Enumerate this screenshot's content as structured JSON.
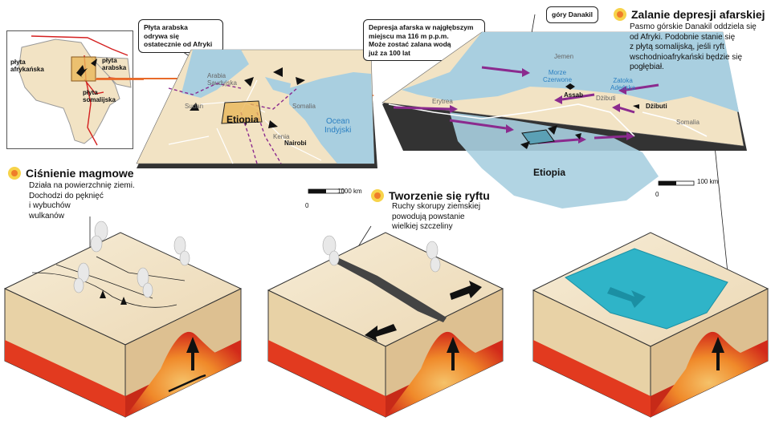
{
  "locator_map": {
    "african_plate": "płyta\nafrykańska",
    "arabian_plate": "płyta\narabska",
    "somali_plate": "płyta\nsomalijska"
  },
  "callouts": {
    "arabian_plate_separation": "Płyta arabska\nodrywa się\nostatecznie od Afryki",
    "afar_depression": "Depresja afarska w najgłębszym\nmiejscu ma 116 m p.p.m.\nMoże zostać zalana wodą\njuż za 100 lat",
    "danakil_mountains": "góry Danakil"
  },
  "regional_map": {
    "arabia": "Arabia\nSaudyjska",
    "sudan": "Sudan",
    "ethiopia": "Etiopia",
    "somalia": "Somalia",
    "kenya": "Kenia",
    "nairobi": "Nairobi",
    "indian_ocean": "Ocean\nIndyjski",
    "scale_zero": "0",
    "scale_label": "1000 km"
  },
  "detail_map": {
    "yemen": "Jemen",
    "red_sea": "Morze\nCzerwone",
    "gulf_aden": "Zatoka\nAdeńska",
    "eritrea": "Erytrea",
    "assab": "Assab",
    "djibouti_country": "Dżibuti",
    "djibouti_city": "Dżibuti",
    "somalia": "Somalia",
    "ethiopia": "Etiopia",
    "scale_zero": "0",
    "scale_label": "100 km"
  },
  "sections": {
    "flooding": {
      "title": "Zalanie depresji afarskiej",
      "desc": "Pasmo górskie Danakil oddziela się\nod Afryki. Podobnie stanie się\nz płytą somalijską, jeśli ryft\nwschodnioafrykański będzie się\npogłębiał."
    },
    "magma": {
      "title": "Ciśnienie magmowe",
      "desc": "Działa na powierzchnię ziemi.\nDochodzi do pęknięć\ni wybuchów\nwulkanów"
    },
    "rift": {
      "title": "Tworzenie się ryftu",
      "desc": "Ruchy skorupy ziemskiej\npowodują powstanie\nwielkiej szczeliny"
    }
  },
  "colors": {
    "land": "#f2e3c4",
    "sea": "#a9cfe0",
    "rift_purple": "#8b2a8e",
    "arrow_orange": "#e86a2a",
    "magma_red": "#e23a1f",
    "water_cyan": "#2fb4c8"
  }
}
